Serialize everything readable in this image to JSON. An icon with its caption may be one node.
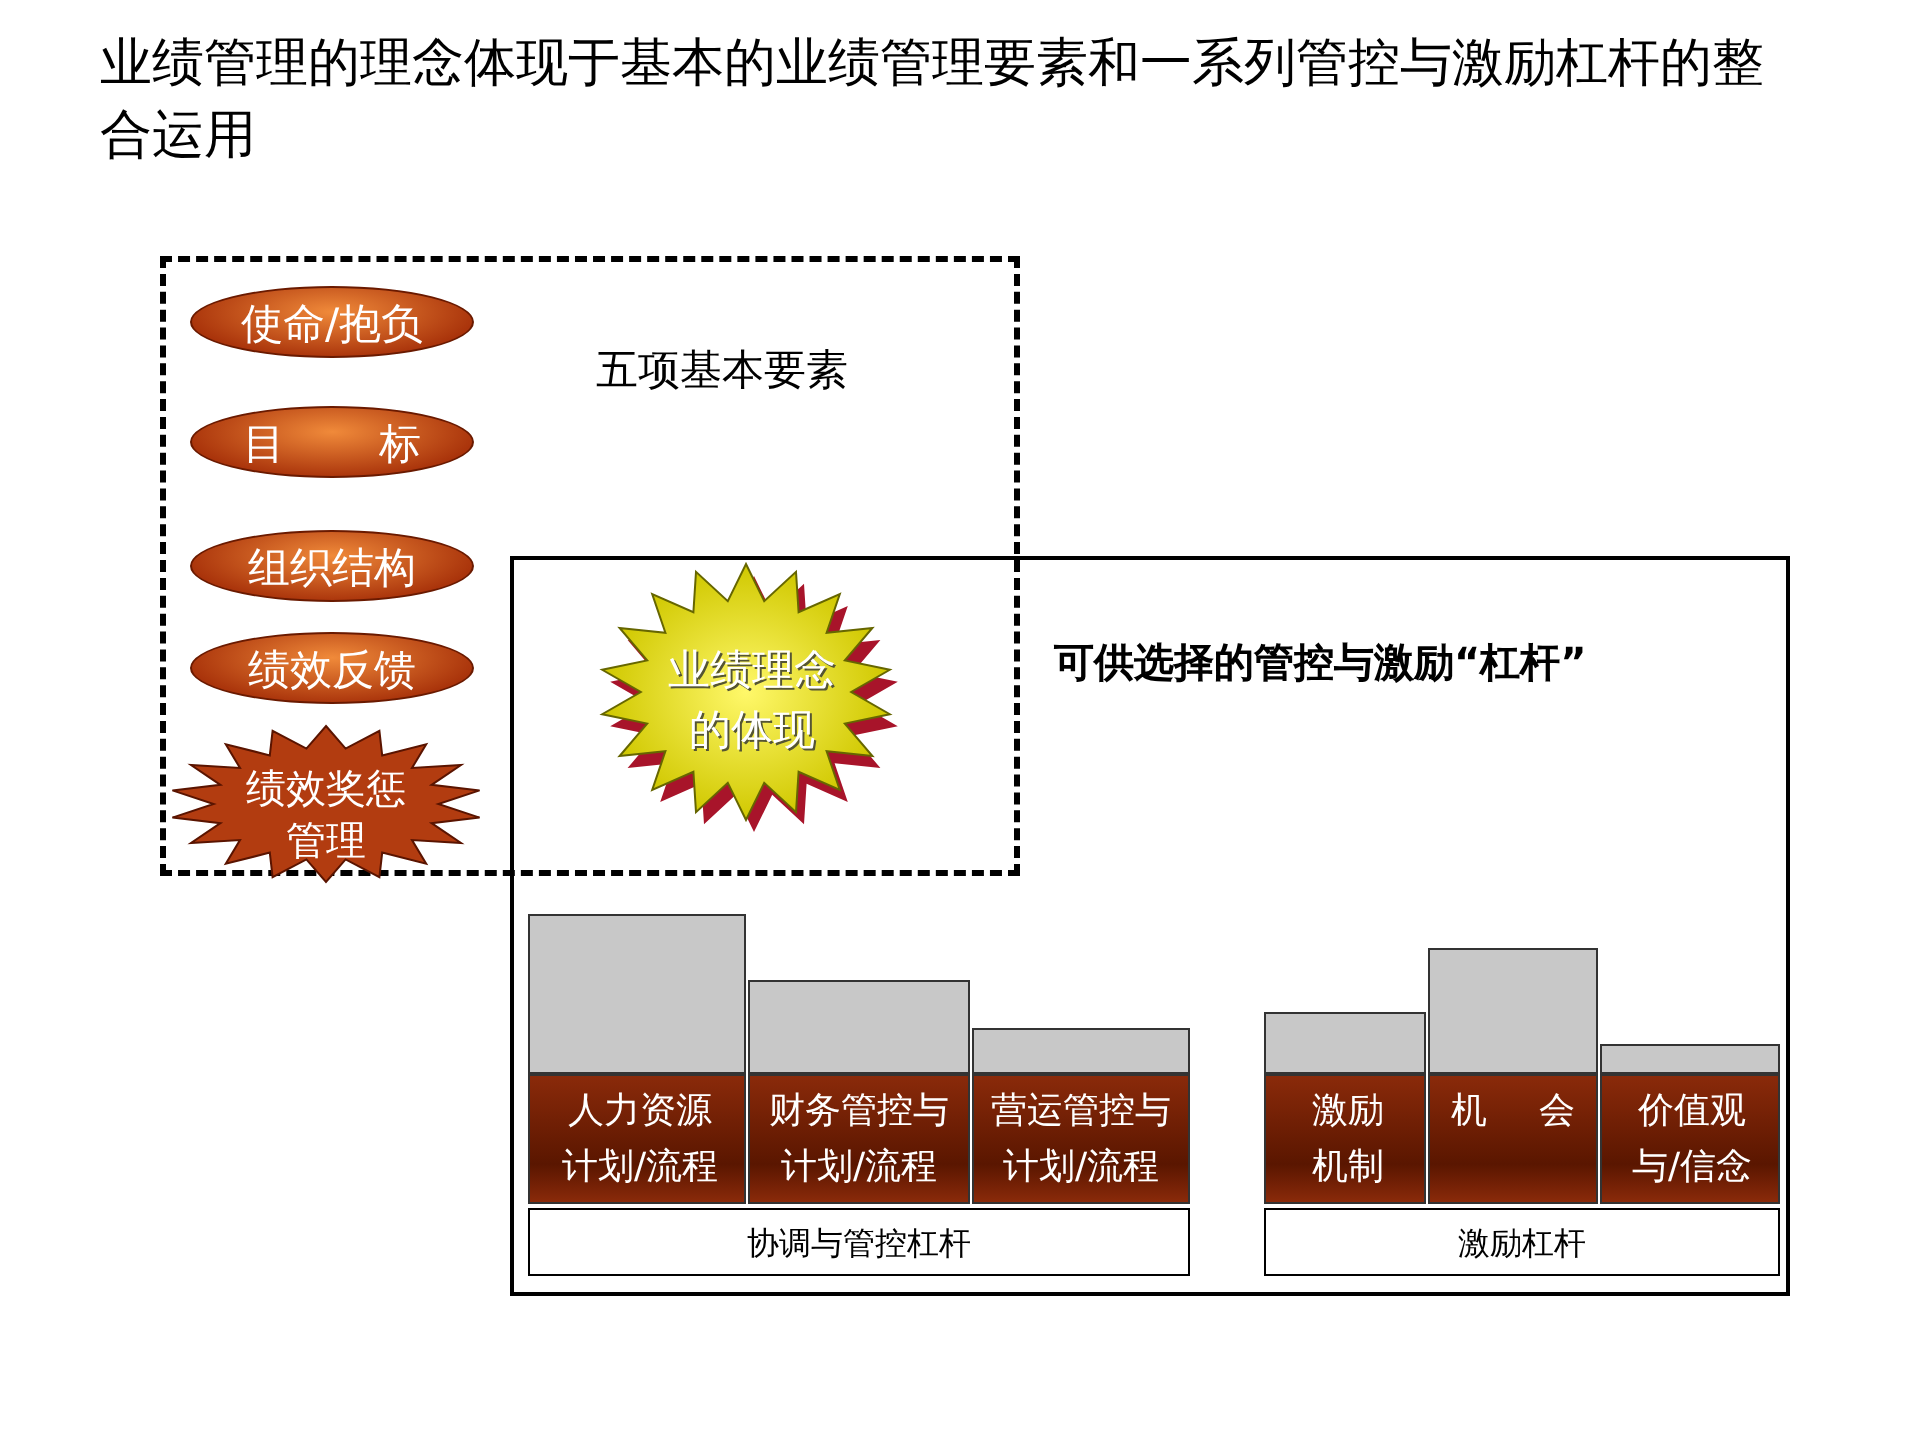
{
  "diagram": {
    "title": "业绩管理的理念体现于基本的业绩管理要素和一系列管控与激励杠杆的整合运用",
    "nodes": [
      {
        "text": [
          "五项基本要素"
        ]
      },
      {
        "text": [
          "使命/抱负"
        ],
        "in": 0
      },
      {
        "text": [
          "目 标"
        ],
        "in": 0
      },
      {
        "text": [
          "组织结构"
        ],
        "in": 0
      },
      {
        "text": [
          "绩效反馈"
        ],
        "in": 0
      },
      {
        "text": [
          "绩效奖惩管理"
        ],
        "in": 0
      },
      {
        "text": [
          "可供选择的管控与激励“杠杆”"
        ]
      },
      {
        "text": [
          "业绩理念的体现"
        ]
      },
      {
        "text": [],
        "shape": "bar",
        "in": 6
      },
      {
        "text": [],
        "shape": "bar",
        "in": 6
      },
      {
        "text": [],
        "shape": "bar",
        "in": 6
      },
      {
        "text": [],
        "shape": "bar",
        "in": 6
      },
      {
        "text": [],
        "shape": "bar",
        "in": 6
      },
      {
        "text": [],
        "shape": "bar",
        "in": 6
      },
      {
        "text": [
          "人力资源计划/流程"
        ],
        "in": 6
      },
      {
        "text": [
          "财务管控与计划/流程"
        ],
        "in": 6
      },
      {
        "text": [
          "营运管控与计划/流程"
        ],
        "in": 6
      },
      {
        "text": [
          "激励机制"
        ],
        "in": 6
      },
      {
        "text": [
          "机 会"
        ],
        "in": 6
      },
      {
        "text": [
          "价值观与/信念"
        ],
        "in": 6
      },
      {
        "text": [
          "协调与管控杠杆"
        ],
        "in": 6
      },
      {
        "text": [
          "激励杠杆"
        ],
        "in": 6
      }
    ],
    "edges": []
  }
}
